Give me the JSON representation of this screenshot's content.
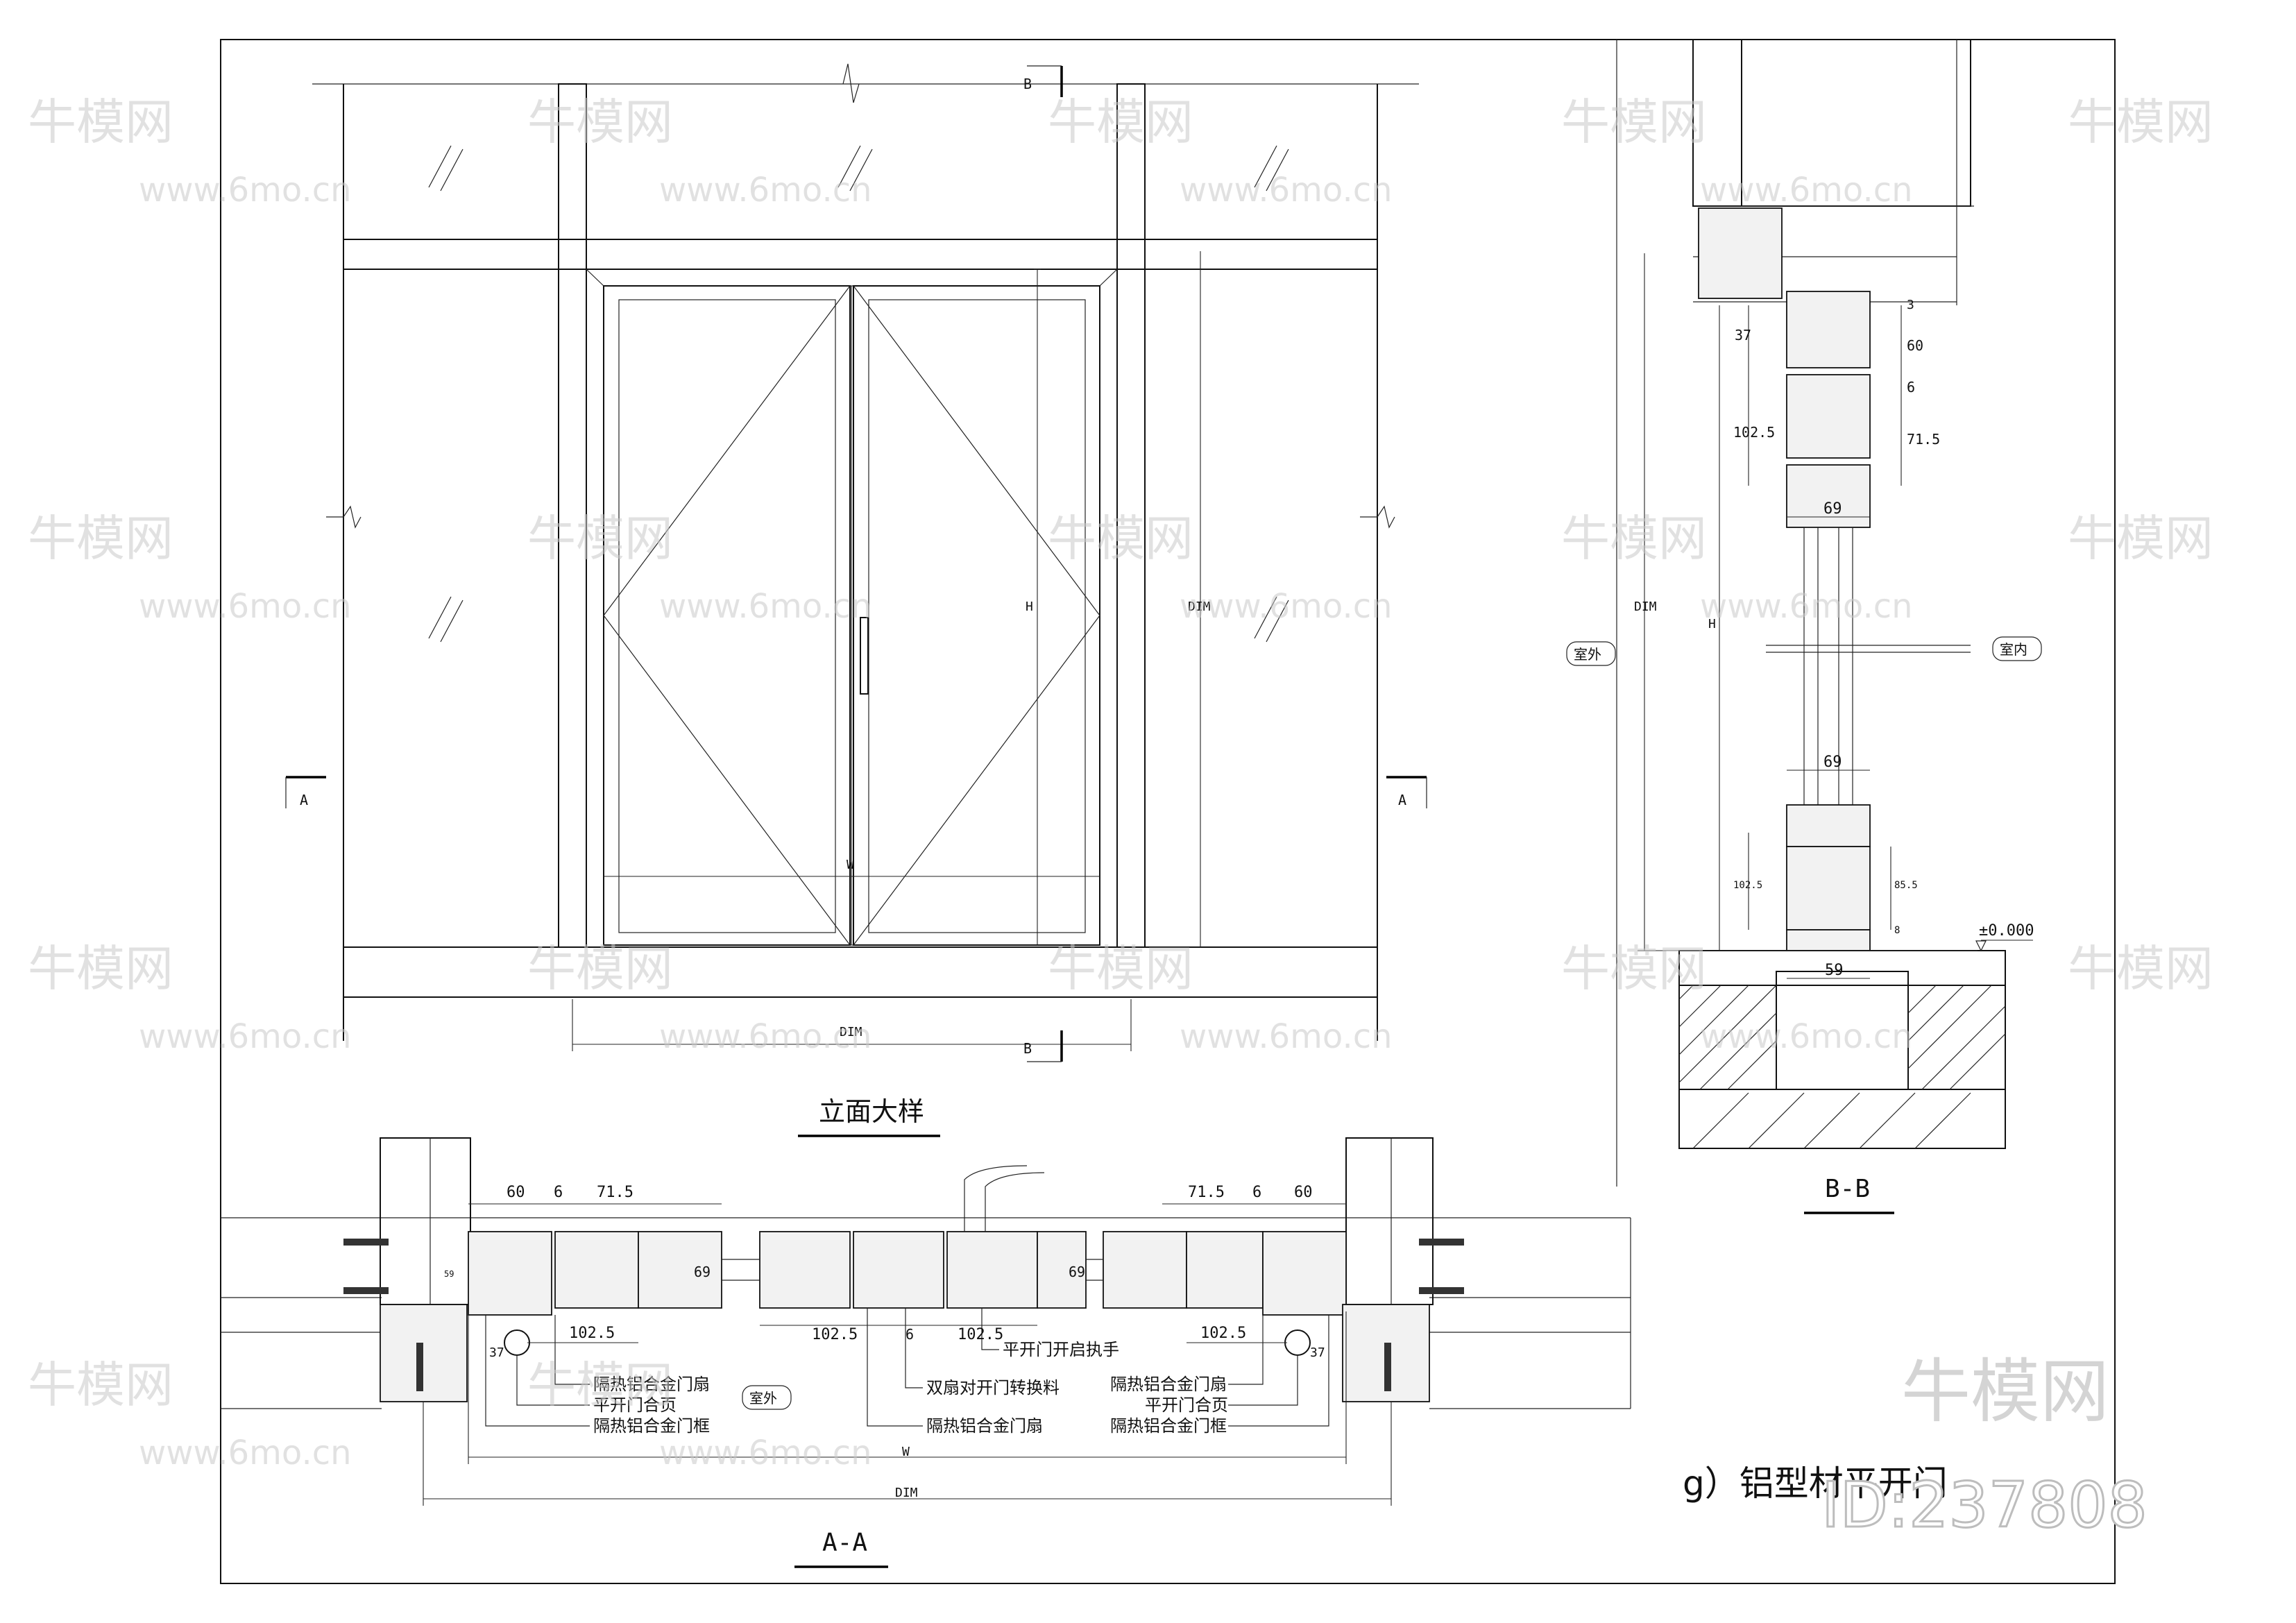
{
  "elevation": {
    "title": "立面大样",
    "labels": {
      "H": "H",
      "W": "W",
      "dim_right": "DIM",
      "dim_bottom": "DIM"
    },
    "section_marks": {
      "b_top": "B",
      "b_bottom": "B",
      "a_left": "A",
      "a_right": "A"
    }
  },
  "section_bb": {
    "title": "B-B",
    "outside": "室外",
    "inside": "室内",
    "level": "±0.000",
    "dims": {
      "d37": "37",
      "d3": "3",
      "d60": "60",
      "d6": "6",
      "d1025": "102.5",
      "d715": "71.5",
      "d69a": "69",
      "d69b": "69",
      "d1025b": "102.5",
      "d855": "85.5",
      "d59": "59",
      "d8": "8",
      "dH": "H",
      "dDIM": "DIM"
    }
  },
  "section_aa": {
    "title": "A-A",
    "outside": "室外",
    "dims_left": {
      "d60": "60",
      "d6": "6",
      "d715": "71.5",
      "d1025": "102.5",
      "d37": "37",
      "d69": "69",
      "d59": "59"
    },
    "dims_mid": {
      "d1025a": "102.5",
      "d6": "6",
      "d1025b": "102.5",
      "d69": "69"
    },
    "dims_right": {
      "d715": "71.5",
      "d6": "6",
      "d60": "60",
      "d1025": "102.5",
      "d37": "37"
    },
    "dim_W": "W",
    "dim_DIM": "DIM",
    "callouts_left": [
      "隔热铝合金门扇",
      "平开门合页",
      "隔热铝合金门框"
    ],
    "callouts_mid": [
      "平开门开启执手",
      "双扇对开门转换料",
      "隔热铝合金门扇"
    ],
    "callouts_right": [
      "隔热铝合金门扇",
      "平开门合页",
      "隔热铝合金门框"
    ]
  },
  "caption": "g）铝型材平开门",
  "watermark": {
    "brand": "牛模网",
    "site": "www.6mo.cn",
    "id": "ID:237808"
  }
}
